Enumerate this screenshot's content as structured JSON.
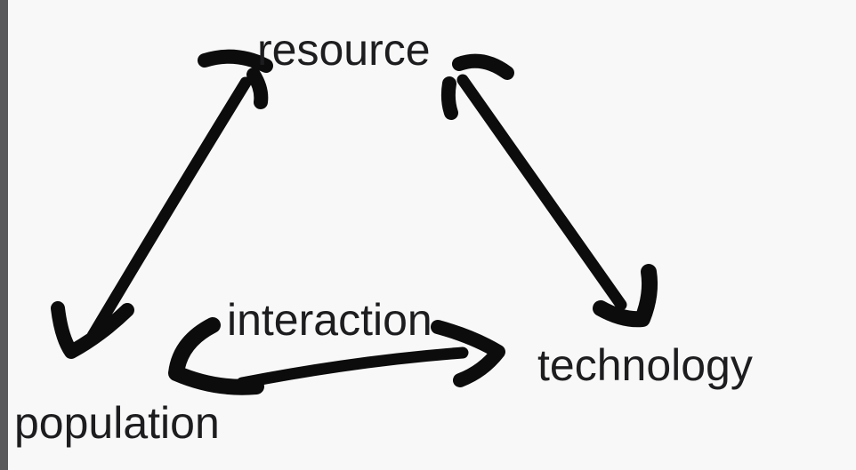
{
  "colors": {
    "background": "#f8f8f8",
    "edge_strip": "#59595b",
    "ink": "#0c0c0c",
    "text": "#1d1d1f"
  },
  "diagram": {
    "title": "",
    "nodes": [
      {
        "id": "resource",
        "label": "resource",
        "position": "top-center"
      },
      {
        "id": "population",
        "label": "population",
        "position": "bottom-left"
      },
      {
        "id": "technology",
        "label": "technology",
        "position": "bottom-right"
      }
    ],
    "edges": [
      {
        "from": "population",
        "to": "resource",
        "bidirectional": true,
        "label": ""
      },
      {
        "from": "resource",
        "to": "technology",
        "bidirectional": true,
        "label": ""
      },
      {
        "from": "population",
        "to": "technology",
        "bidirectional": true,
        "label": "interaction"
      }
    ]
  }
}
